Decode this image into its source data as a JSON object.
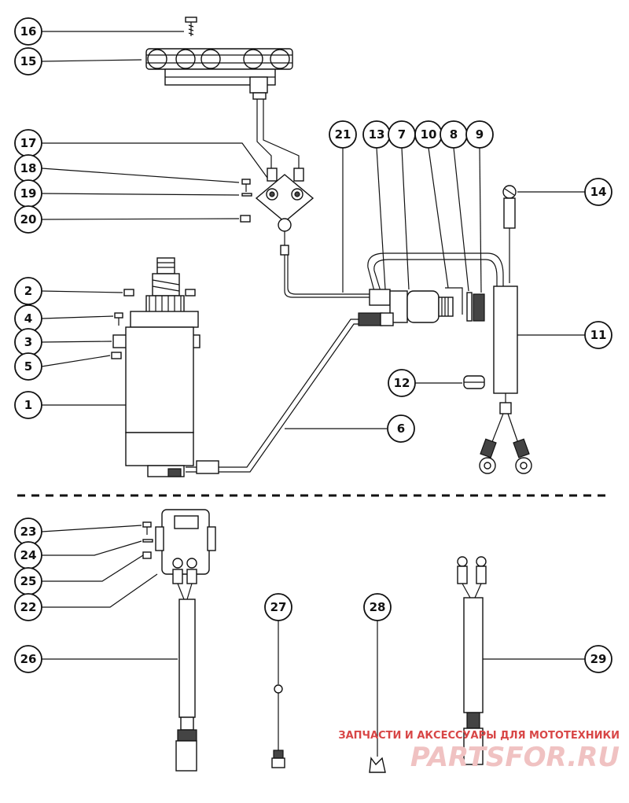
{
  "callouts": {
    "c1": "1",
    "c2": "2",
    "c3": "3",
    "c4": "4",
    "c5": "5",
    "c6": "6",
    "c7": "7",
    "c8": "8",
    "c9": "9",
    "c10": "10",
    "c11": "11",
    "c12": "12",
    "c13": "13",
    "c14": "14",
    "c15": "15",
    "c16": "16",
    "c17": "17",
    "c18": "18",
    "c19": "19",
    "c20": "20",
    "c21": "21",
    "c22": "22",
    "c23": "23",
    "c24": "24",
    "c25": "25",
    "c26": "26",
    "c27": "27",
    "c28": "28",
    "c29": "29"
  },
  "watermark": {
    "tagline": "ЗАПЧАСТИ И АКСЕССУАРЫ ДЛЯ МОТОТЕХНИКИ",
    "brand": "PARTSFOR.RU"
  },
  "colors": {
    "line": "#111111",
    "watermark_red": "#d84646",
    "watermark_light": "#f0c2c2"
  }
}
